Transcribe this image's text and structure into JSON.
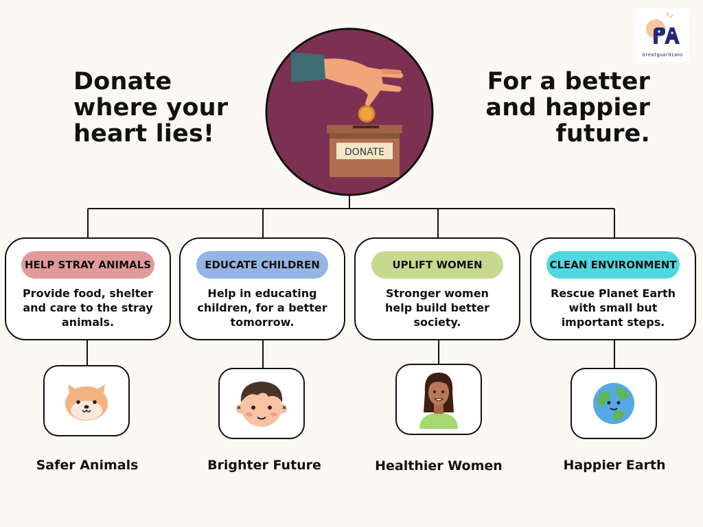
{
  "headline_left": {
    "lines": [
      "Donate",
      "where your",
      "heart lies!"
    ]
  },
  "headline_right": {
    "lines": [
      "For a better",
      "and happier",
      "future."
    ]
  },
  "hero": {
    "box_label": "DONATE"
  },
  "logo": {
    "text": "Greatguardians"
  },
  "colors": {
    "background": "#fcf8f4",
    "hero_circle": "#7d3152",
    "pill_animals": "#e09a9a",
    "pill_children": "#94b4e3",
    "pill_women": "#c6d98d",
    "pill_environment": "#4fd8e0"
  },
  "causes": [
    {
      "title": "HELP STRAY ANIMALS",
      "description": [
        "Provide food, shelter",
        "and care to the stray",
        "animals."
      ],
      "icon": "dog-face-icon",
      "outcome": "Safer Animals"
    },
    {
      "title": "EDUCATE CHILDREN",
      "description": [
        "Help in educating",
        "children, for a better",
        "tomorrow."
      ],
      "icon": "child-face-icon",
      "outcome": "Brighter Future"
    },
    {
      "title": "UPLIFT WOMEN",
      "description": [
        "Stronger women",
        "help build better",
        "society."
      ],
      "icon": "woman-avatar-icon",
      "outcome": "Healthier Women"
    },
    {
      "title": "CLEAN ENVIRONMENT",
      "description": [
        "Rescue Planet Earth",
        "with small but",
        "important steps."
      ],
      "icon": "earth-icon",
      "outcome": "Happier Earth"
    }
  ]
}
